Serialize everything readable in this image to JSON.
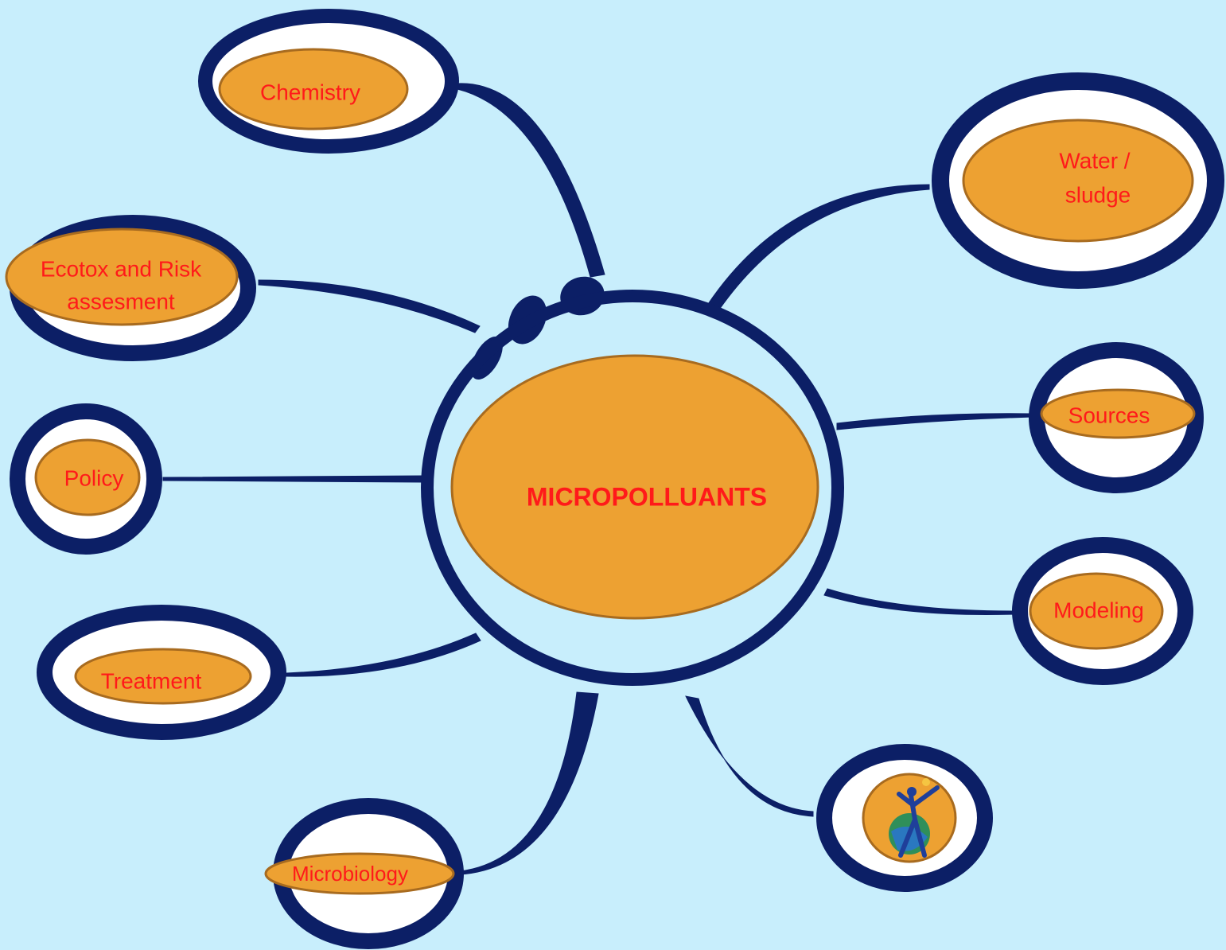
{
  "diagram": {
    "center_label": "MICROPOLLUANTS",
    "nodes": {
      "chemistry": "Chemistry",
      "water_sludge_line1": "Water /",
      "water_sludge_line2": "sludge",
      "ecotox_line1": "Ecotox and Risk",
      "ecotox_line2": "assesment",
      "sources": "Sources",
      "policy": "Policy",
      "modeling": "Modeling",
      "treatment": "Treatment",
      "microbiology": "Microbiology"
    },
    "logo_icon": "person-globe-logo",
    "colors": {
      "background": "#c8eefc",
      "ring": "#0c1f66",
      "fill": "#eda132",
      "fill_border": "#a86b1f",
      "text": "#ff1a1a"
    }
  }
}
